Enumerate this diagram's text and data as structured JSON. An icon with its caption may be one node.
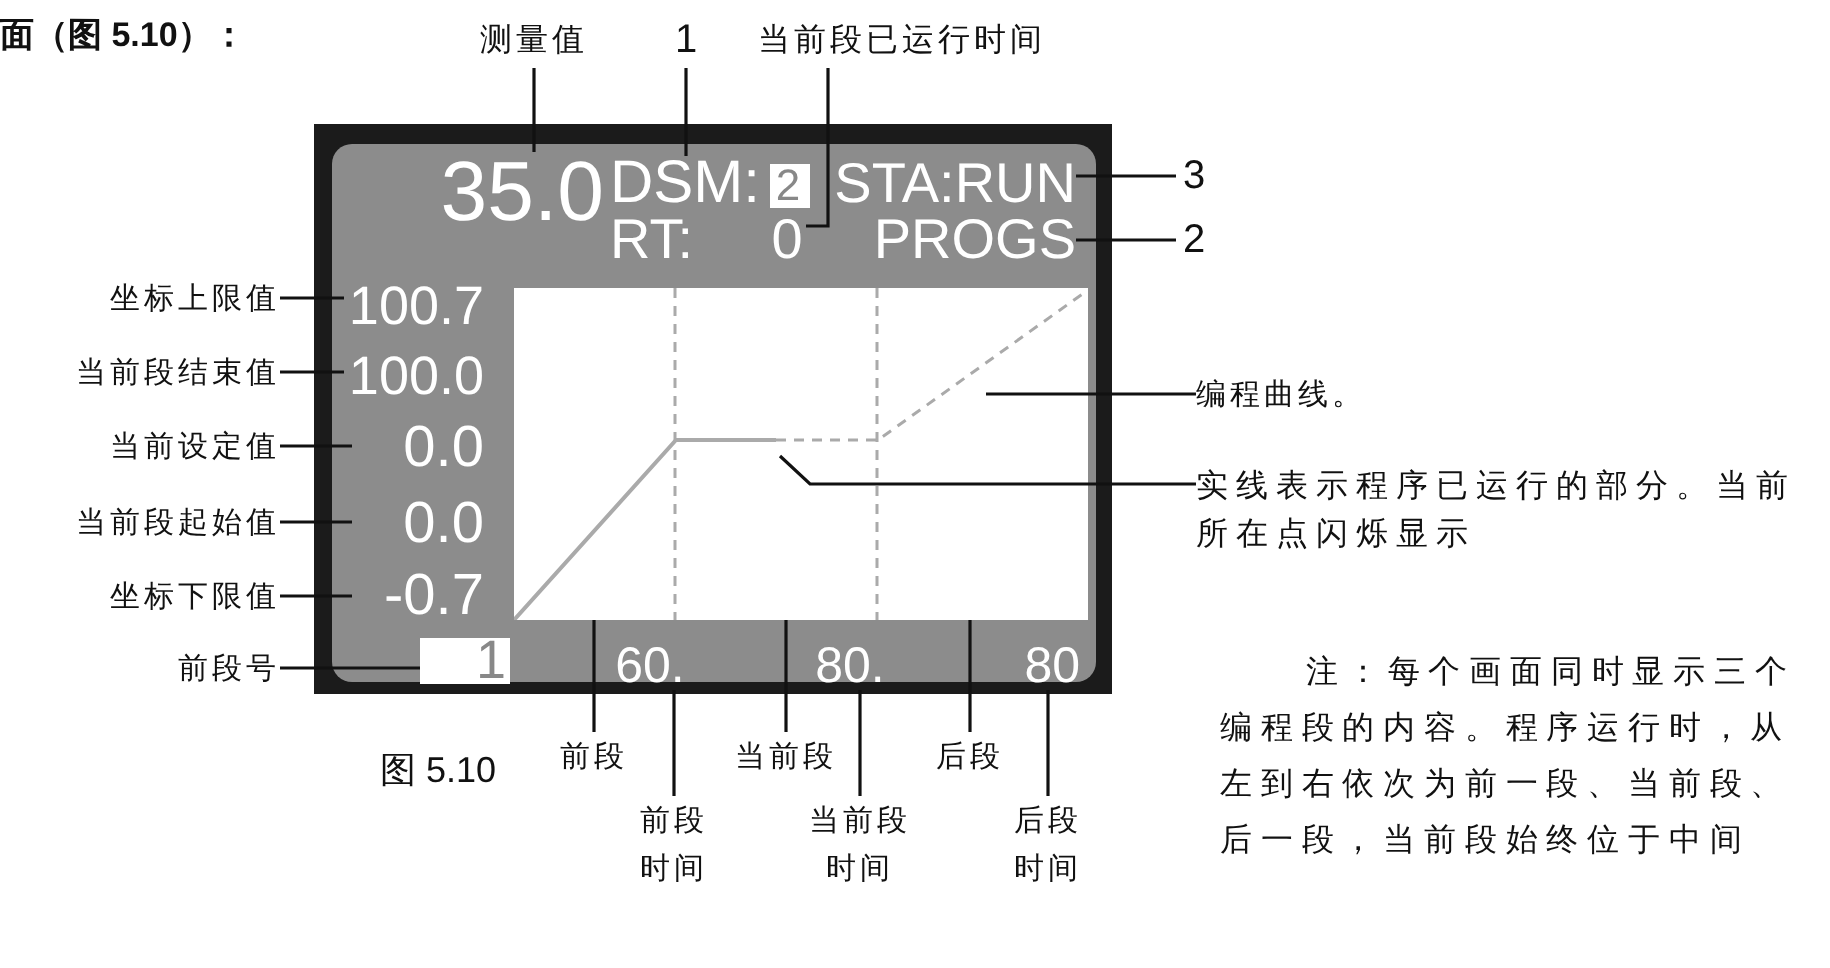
{
  "diagram": {
    "nodes": [
      {
        "text": [],
        "shape": "box"
      },
      {
        "text": [
          "35.0"
        ],
        "in": 0
      },
      {
        "text": [
          "DSM:"
        ],
        "in": 0
      },
      {
        "text": [
          "2"
        ],
        "in": 0
      },
      {
        "text": [
          "STA:RUN"
        ],
        "in": 0
      },
      {
        "text": [
          "RT:"
        ],
        "in": 0
      },
      {
        "text": [
          "0"
        ],
        "in": 0
      },
      {
        "text": [
          "PROGS"
        ],
        "in": 0
      },
      {
        "text": [
          "100.7"
        ],
        "in": 0
      },
      {
        "text": [
          "100.0"
        ],
        "in": 0
      },
      {
        "text": [
          "0.0"
        ],
        "in": 0
      },
      {
        "text": [
          "0.0"
        ],
        "in": 0
      },
      {
        "text": [
          "-0.7"
        ],
        "in": 0
      },
      {
        "text": [],
        "shape": "box",
        "in": 0
      },
      {
        "text": [
          "1"
        ],
        "in": 0
      },
      {
        "text": [
          "60."
        ],
        "in": 0
      },
      {
        "text": [
          "80."
        ],
        "in": 0
      },
      {
        "text": [
          "80"
        ],
        "in": 0
      },
      {
        "text": [
          "测量值"
        ]
      },
      {
        "text": [
          "1"
        ]
      },
      {
        "text": [
          "当前段已运行时间"
        ]
      },
      {
        "text": [
          "3"
        ]
      },
      {
        "text": [
          "2"
        ]
      },
      {
        "text": [
          "坐标上限值"
        ]
      },
      {
        "text": [
          "当前段结束值"
        ]
      },
      {
        "text": [
          "当前设定值"
        ]
      },
      {
        "text": [
          "当前段起始值"
        ]
      },
      {
        "text": [
          "坐标下限值"
        ]
      },
      {
        "text": [
          "前段号"
        ]
      },
      {
        "text": [
          "编程曲线。"
        ]
      },
      {
        "text": [
          "实线表示程序已运行的部分。当前所在点闪烁显示"
        ]
      },
      {
        "text": [
          "前段"
        ]
      },
      {
        "text": [
          "当前段"
        ]
      },
      {
        "text": [
          "后段"
        ]
      },
      {
        "text": [
          "前段时间"
        ]
      },
      {
        "text": [
          "当前段时间"
        ]
      },
      {
        "text": [
          "后段时间"
        ]
      }
    ],
    "edges": [
      {
        "from": 18,
        "to": 1,
        "arrow": "none"
      },
      {
        "from": 19,
        "to": 2,
        "arrow": "none"
      },
      {
        "from": 20,
        "to": 6,
        "arrow": "none"
      },
      {
        "from": 21,
        "to": 4,
        "arrow": "none"
      },
      {
        "from": 22,
        "to": 7,
        "arrow": "none"
      },
      {
        "from": 23,
        "to": 8,
        "arrow": "none"
      },
      {
        "from": 24,
        "to": 9,
        "arrow": "none"
      },
      {
        "from": 25,
        "to": 10,
        "arrow": "none"
      },
      {
        "from": 26,
        "to": 11,
        "arrow": "none"
      },
      {
        "from": 27,
        "to": 12,
        "arrow": "none"
      },
      {
        "from": 28,
        "to": 14,
        "arrow": "none"
      },
      {
        "from": 29,
        "to": 13,
        "arrow": "none"
      },
      {
        "from": 30,
        "to": 13,
        "arrow": "none"
      },
      {
        "from": 31,
        "to": 13,
        "arrow": "none"
      },
      {
        "from": 32,
        "to": 13,
        "arrow": "none"
      },
      {
        "from": 33,
        "to": 13,
        "arrow": "none"
      },
      {
        "from": 34,
        "to": 15,
        "arrow": "none"
      },
      {
        "from": 35,
        "to": 16,
        "arrow": "none"
      },
      {
        "from": 36,
        "to": 17,
        "arrow": "none"
      }
    ],
    "labels": [
      "面（图 5.10）：",
      "图 5.10",
      "注：每个画面同时显示三个编程段的内容。程序运行时，从左到右依次为前一段、当前段、后一段，当前段始终位于中间"
    ]
  }
}
